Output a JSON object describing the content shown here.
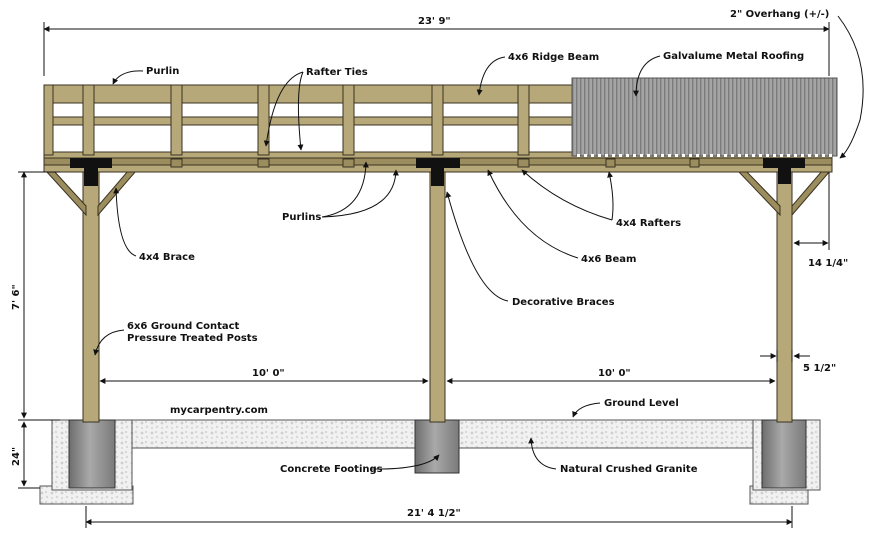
{
  "source": "mycarpentry.com",
  "labels": {
    "purlin": "Purlin",
    "rafter_ties": "Rafter Ties",
    "ridge_beam": "4x6 Ridge Beam",
    "roofing": "Galvalume Metal Roofing",
    "overhang": "2\" Overhang (+/-)",
    "purlins": "Purlins",
    "rafters": "4x4 Rafters",
    "brace": "4x4 Brace",
    "beam": "4x6 Beam",
    "decorative_braces": "Decorative Braces",
    "posts_line1": "6x6 Ground Contact",
    "posts_line2": "Pressure Treated Posts",
    "ground_level": "Ground Level",
    "footings": "Concrete Footings",
    "granite": "Natural Crushed Granite"
  },
  "dimensions": {
    "overall_top": "23' 9\"",
    "height": "7' 6\"",
    "footing_depth": "24\"",
    "span_left": "10' 0\"",
    "span_right": "10' 0\"",
    "overall_bottom": "21' 4 1/2\"",
    "brace_offset": "14 1/4\"",
    "post_width": "5 1/2\""
  },
  "colors": {
    "wood": "#b7a87a",
    "concrete": "#8e8e8e",
    "gravel": "#efefef",
    "metal": "#9a9a9a"
  }
}
